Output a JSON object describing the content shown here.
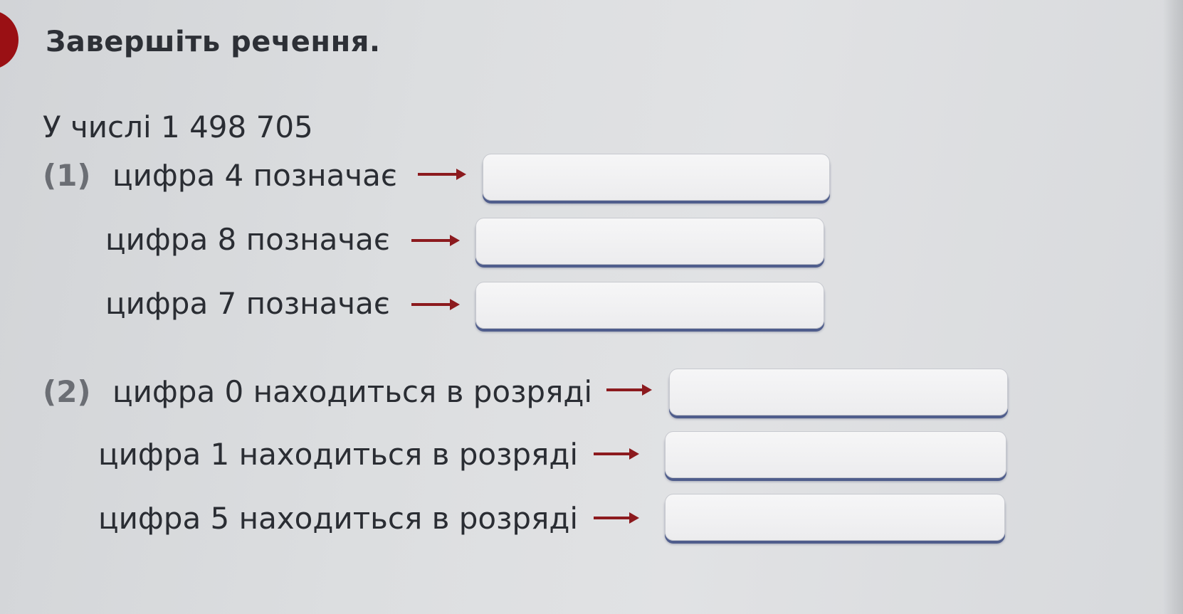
{
  "title": "Завершіть речення.",
  "intro": "У  числі 1 498 705",
  "section1": {
    "number": "(1)",
    "rows": [
      {
        "text": "цифра 4 позначає"
      },
      {
        "text": "цифра 8 позначає"
      },
      {
        "text": "цифра 7 позначає"
      }
    ]
  },
  "section2": {
    "number": "(2)",
    "rows": [
      {
        "text": "цифра 0 находиться в розряді"
      },
      {
        "text": "цифра 1 находиться в розряді"
      },
      {
        "text": "цифра 5 находиться в розряді"
      }
    ]
  },
  "colors": {
    "marker": "#9a1014",
    "arrow": "#8c1a1e",
    "box_shadow": "#4f5d8c"
  }
}
